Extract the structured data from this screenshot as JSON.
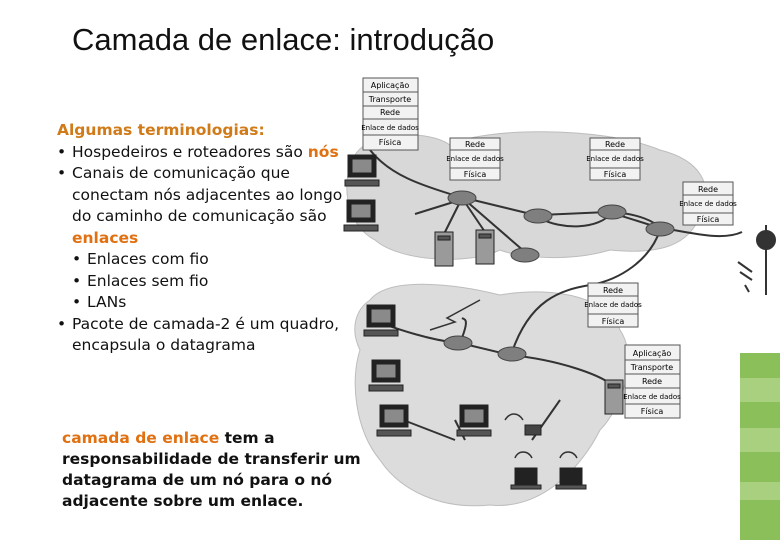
{
  "slide": {
    "title": "Camada de enlace: introdução",
    "heading": "Algumas terminologias:",
    "bullet1": {
      "text": "Hospedeiros e roteadores são ",
      "highlight": "nós"
    },
    "bullet2": {
      "text": "Canais de comunicação que conectam nós adjacentes ao longo do caminho de comunicação são ",
      "highlight": "enlaces"
    },
    "sub_bullets": [
      "Enlaces com fio",
      "Enlaces sem fio",
      "LANs"
    ],
    "bullet3": "Pacote de camada-2 é um quadro, encapsula o datagrama",
    "bottom": {
      "highlight": "camada de enlace",
      "text": " tem a responsabilidade de transferir um datagrama de um nó para o nó adjacente sobre um enlace."
    },
    "bullet_glyph": "•"
  },
  "diagram": {
    "stack5": [
      "Aplicação",
      "Transporte",
      "Rede",
      "Enlace de dados",
      "Física"
    ],
    "stack3": [
      "Rede",
      "Enlace de dados",
      "Física"
    ]
  },
  "colors": {
    "highlight": "#e07010",
    "cloud": "#d9d9d9",
    "accent_green": "#8bbf5a",
    "link": "#333333"
  }
}
